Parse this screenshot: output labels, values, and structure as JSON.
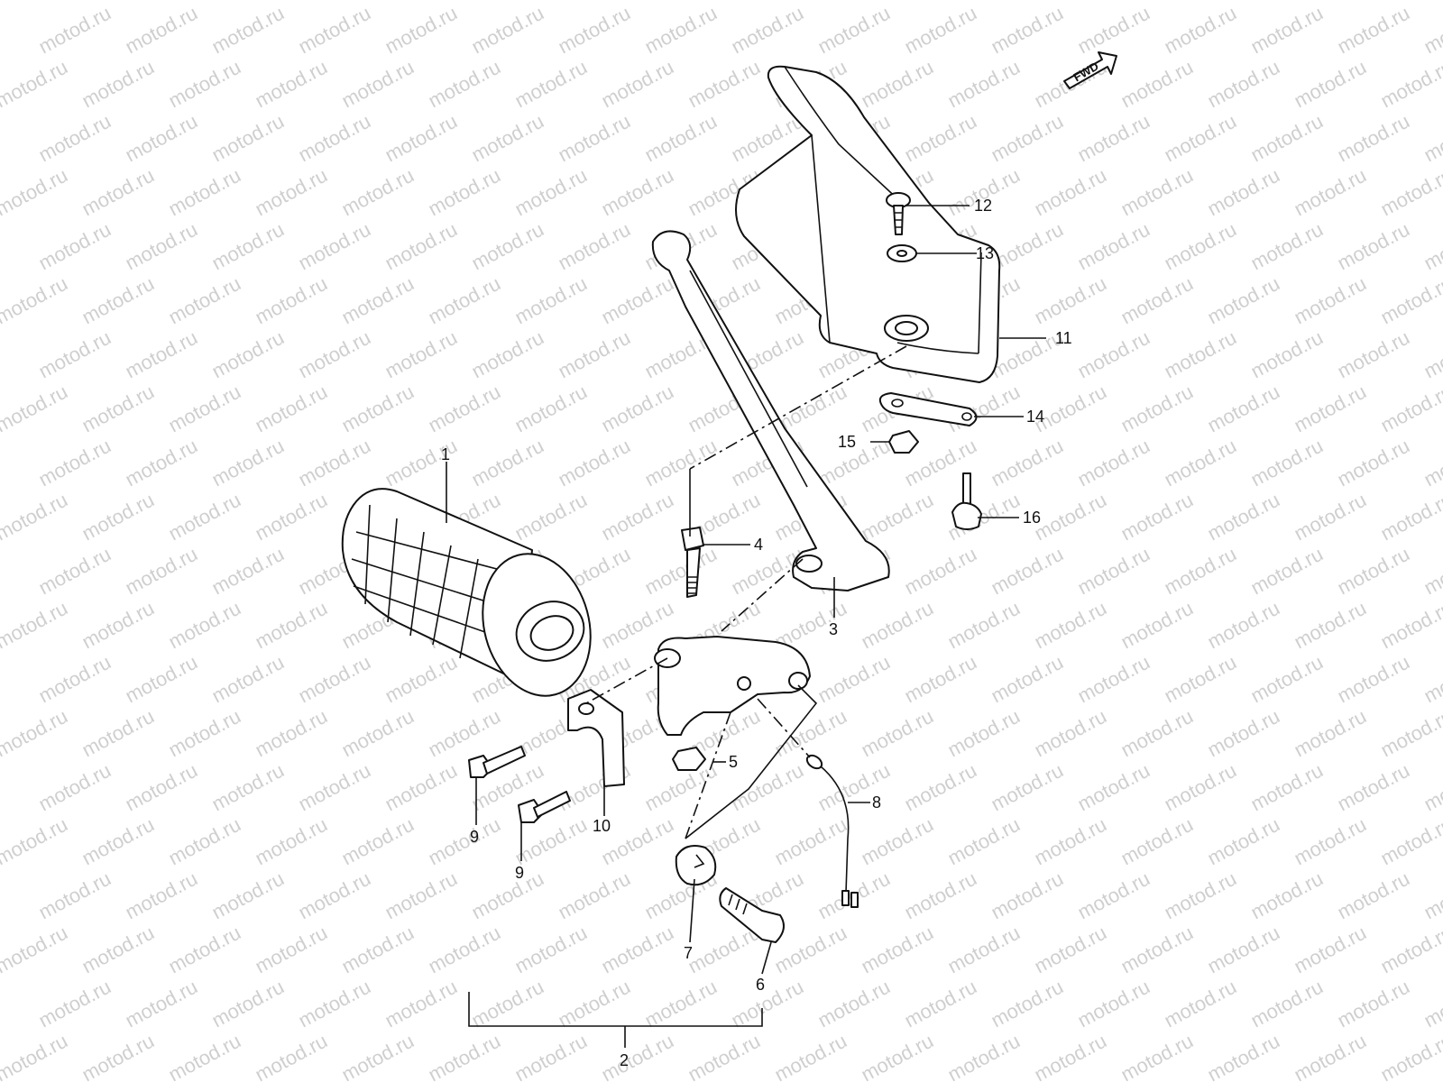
{
  "watermark": {
    "text": "motod.ru"
  },
  "direction_indicator": {
    "label": "FWD"
  },
  "callouts": [
    {
      "id": "c1",
      "label": "1"
    },
    {
      "id": "c2",
      "label": "2"
    },
    {
      "id": "c3",
      "label": "3"
    },
    {
      "id": "c4",
      "label": "4"
    },
    {
      "id": "c5",
      "label": "5"
    },
    {
      "id": "c6",
      "label": "6"
    },
    {
      "id": "c7",
      "label": "7"
    },
    {
      "id": "c8",
      "label": "8"
    },
    {
      "id": "c9a",
      "label": "9"
    },
    {
      "id": "c9b",
      "label": "9"
    },
    {
      "id": "c10",
      "label": "10"
    },
    {
      "id": "c11",
      "label": "11"
    },
    {
      "id": "c12",
      "label": "12"
    },
    {
      "id": "c13",
      "label": "13"
    },
    {
      "id": "c14",
      "label": "14"
    },
    {
      "id": "c15",
      "label": "15"
    },
    {
      "id": "c16",
      "label": "16"
    }
  ]
}
